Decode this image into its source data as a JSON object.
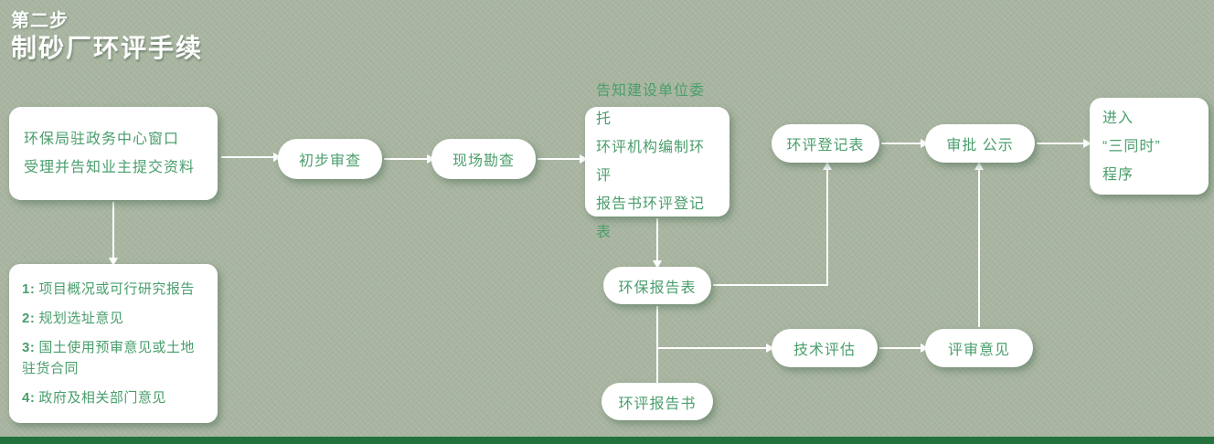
{
  "page": {
    "title_step": "第二步",
    "title_main": "制砂厂环评手续"
  },
  "colors": {
    "background": "#a9b5a1",
    "node_background": "#ffffff",
    "node_text": "#4a9e6c",
    "title_text": "#ffffff",
    "arrow": "#ffffff",
    "footer_bar": "#23713d"
  },
  "nodes": {
    "window": {
      "lines": [
        "环保局驻政务中心窗口",
        "受理并告知业主提交资料"
      ]
    },
    "preliminary_review": {
      "label": "初步审查"
    },
    "site_survey": {
      "label": "现场勘查"
    },
    "notify": {
      "lines": [
        "告知建设单位委托",
        "环评机构编制环评",
        "报告书环评登记表"
      ]
    },
    "registration_form": {
      "label": "环评登记表"
    },
    "approval": {
      "label": "审批 公示"
    },
    "three_simultaneous": {
      "lines": [
        "进入",
        "“三同时”",
        "程序"
      ]
    },
    "materials": {
      "items": [
        {
          "num": "1:",
          "text": "项目概况或可行研究报告"
        },
        {
          "num": "2:",
          "text": "规划选址意见"
        },
        {
          "num": "3:",
          "text": "国土使用预审意见或土地驻货合同"
        },
        {
          "num": "4:",
          "text": "政府及相关部门意见"
        }
      ]
    },
    "report_form": {
      "label": "环保报告表"
    },
    "tech_eval": {
      "label": "技术评估"
    },
    "review_opinion": {
      "label": "评审意见"
    },
    "report_book": {
      "label": "环评报告书"
    }
  }
}
